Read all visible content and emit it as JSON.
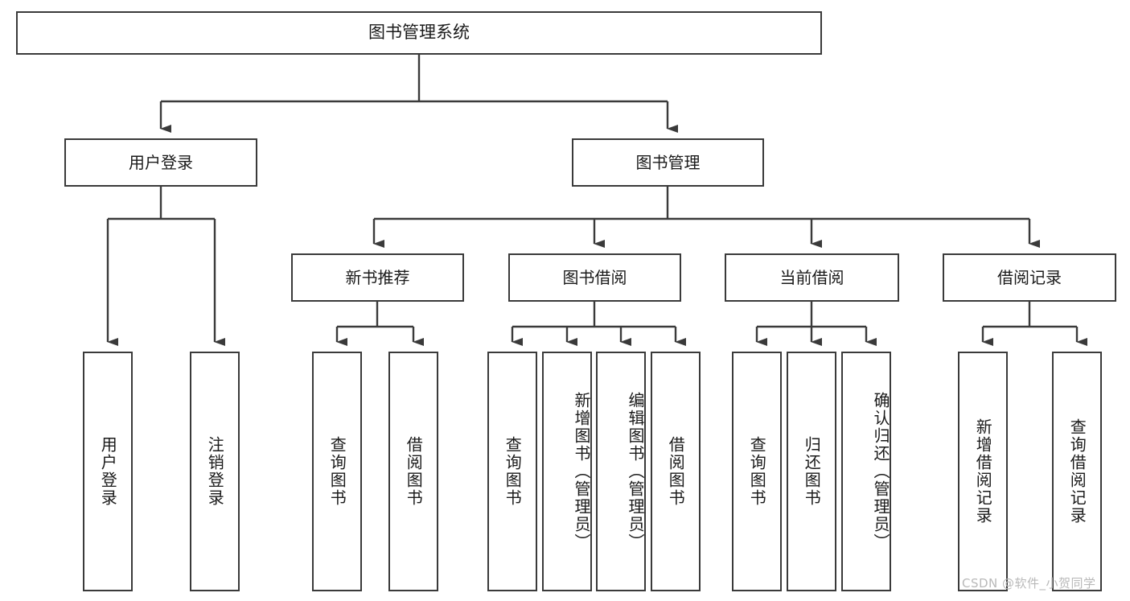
{
  "diagram": {
    "title": "图书管理系统",
    "type": "tree-hierarchy",
    "root": {
      "id": "root",
      "label": "图书管理系统"
    },
    "level1": [
      {
        "id": "user-login",
        "label": "用户登录"
      },
      {
        "id": "book-manage",
        "label": "图书管理"
      }
    ],
    "level2": [
      {
        "id": "new-book-rec",
        "label": "新书推荐",
        "parent": "book-manage"
      },
      {
        "id": "book-borrow",
        "label": "图书借阅",
        "parent": "book-manage"
      },
      {
        "id": "current-borrow",
        "label": "当前借阅",
        "parent": "book-manage"
      },
      {
        "id": "borrow-record",
        "label": "借阅记录",
        "parent": "book-manage"
      }
    ],
    "leaves": [
      {
        "id": "leaf-user-login",
        "label": "用户登录",
        "parent": "user-login"
      },
      {
        "id": "leaf-user-logout",
        "label": "注销登录",
        "parent": "user-login"
      },
      {
        "id": "leaf-query-book-1",
        "label": "查询图书",
        "parent": "new-book-rec"
      },
      {
        "id": "leaf-borrow-book-1",
        "label": "借阅图书",
        "parent": "new-book-rec"
      },
      {
        "id": "leaf-query-book-2",
        "label": "查询图书",
        "parent": "book-borrow"
      },
      {
        "id": "leaf-add-book",
        "label": "新增图书（管理员）",
        "parent": "book-borrow"
      },
      {
        "id": "leaf-edit-book",
        "label": "编辑图书（管理员）",
        "parent": "book-borrow"
      },
      {
        "id": "leaf-borrow-book-2",
        "label": "借阅图书",
        "parent": "book-borrow"
      },
      {
        "id": "leaf-query-book-3",
        "label": "查询图书",
        "parent": "current-borrow"
      },
      {
        "id": "leaf-return-book",
        "label": "归还图书",
        "parent": "current-borrow"
      },
      {
        "id": "leaf-confirm-return",
        "label": "确认归还（管理员）",
        "parent": "current-borrow"
      },
      {
        "id": "leaf-add-record",
        "label": "新增借阅记录",
        "parent": "borrow-record"
      },
      {
        "id": "leaf-query-record",
        "label": "查询借阅记录",
        "parent": "borrow-record"
      }
    ]
  },
  "watermark": {
    "text": "CSDN @软件_小贺同学"
  },
  "colors": {
    "stroke": "#3a3a3a",
    "background": "#ffffff",
    "text": "#1a1a1a",
    "watermark": "#b9b9b9"
  }
}
